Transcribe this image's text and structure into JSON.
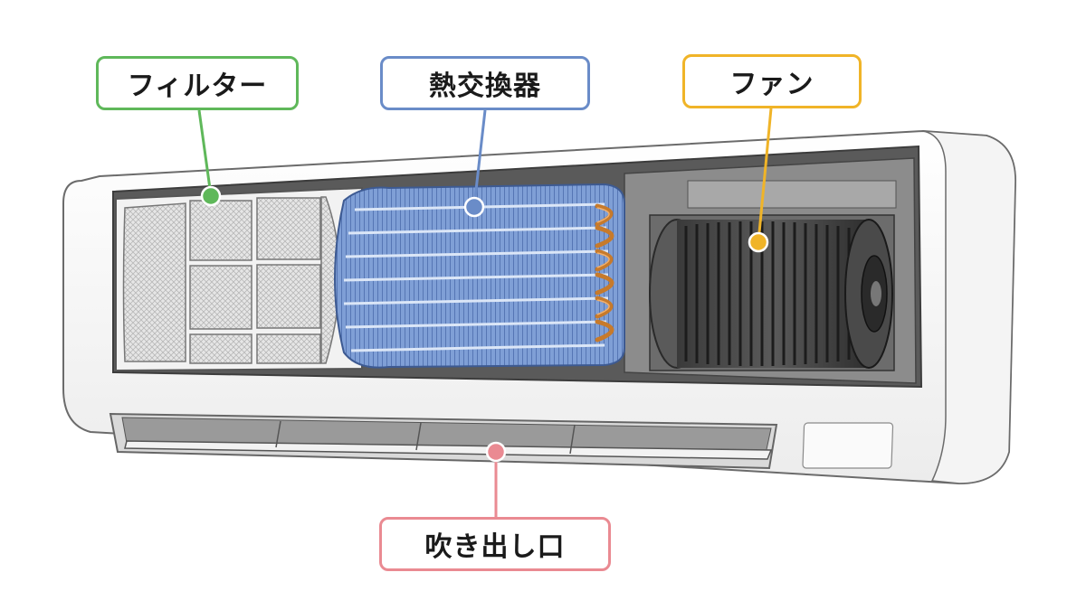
{
  "labels": {
    "filter": "フィルター",
    "heat_exchanger": "熱交換器",
    "fan": "ファン",
    "outlet": "吹き出し口"
  },
  "colors": {
    "filter": "#5fb85a",
    "heat_exchanger": "#6a8cc8",
    "fan": "#f0b428",
    "outlet": "#ea8a92"
  }
}
